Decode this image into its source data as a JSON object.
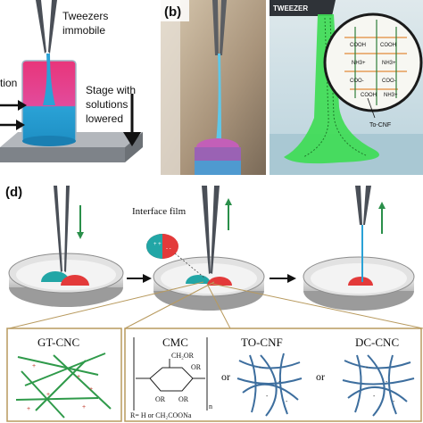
{
  "panel_a": {
    "label_tweezers": [
      "Tweezers",
      "immobile"
    ],
    "label_cut": "tion",
    "label_stage": [
      "Stage with",
      "solutions",
      "lowered"
    ],
    "colors": {
      "pink": "#e8357a",
      "blue": "#2aa2d6",
      "stage": "#9a9ea3"
    }
  },
  "panel_b": {
    "label": "(b)"
  },
  "panel_c": {
    "tweezer_label": "TWEEZER",
    "groups": [
      "COOH",
      "COOH",
      "NH3+",
      "NH3+",
      "COO-",
      "COO-",
      "COOH",
      "NH3+"
    ],
    "to_cnf_label": "To-CNF",
    "colors": {
      "fiber": "#3fdc55",
      "bg": "#c9dde4"
    }
  },
  "panel_d": {
    "label": "(d)",
    "interface_label": "Interface film",
    "colors": {
      "red": "#e33a3a",
      "teal": "#22a6a6",
      "arrow": "#2a8f4a"
    }
  },
  "bottom": {
    "gt_cnc": "GT-CNC",
    "cmc": "CMC",
    "to_cnf": "TO-CNF",
    "dc_cnc": "DC-CNC",
    "or1": "or",
    "or2": "or",
    "ch2or": "CH₂OR",
    "or_sub1": "OR",
    "or_sub2": "OR",
    "or_sub3": "OR",
    "n_sub": "n",
    "r_def": "R= H or CH₂COONa",
    "colors": {
      "green": "#2f9a4a",
      "blue": "#3d6e9e",
      "box": "#b89a5e"
    }
  }
}
